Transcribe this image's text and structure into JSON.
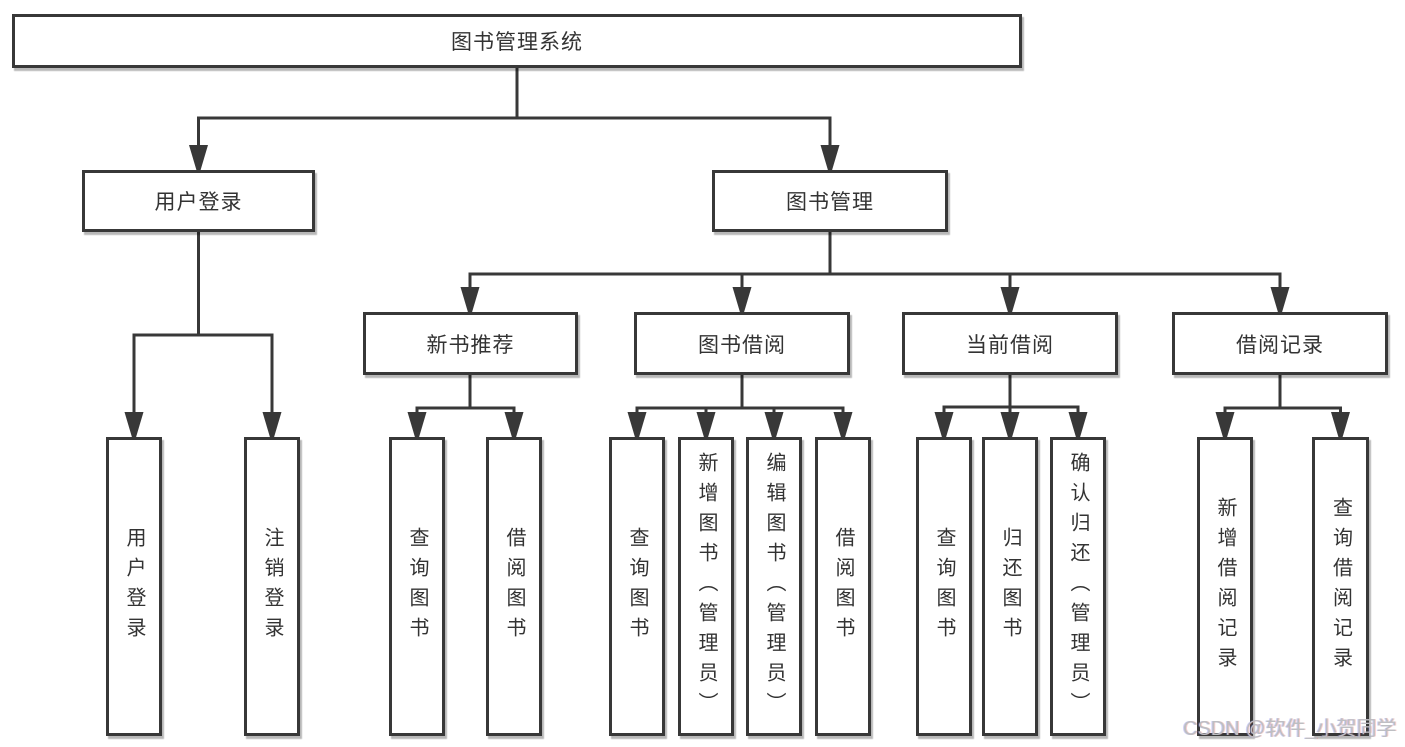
{
  "colors": {
    "line": "#383838",
    "text": "#333333",
    "background": "#ffffff",
    "watermark": "#bdbec2"
  },
  "tree": {
    "root": "图书管理系统",
    "children": [
      {
        "label": "用户登录",
        "children": [
          "用户登录",
          "注销登录"
        ]
      },
      {
        "label": "图书管理",
        "children": [
          {
            "label": "新书推荐",
            "children": [
              "查询图书",
              "借阅图书"
            ]
          },
          {
            "label": "图书借阅",
            "children": [
              "查询图书",
              "新增图书（管理员）",
              "编辑图书（管理员）",
              "借阅图书"
            ]
          },
          {
            "label": "当前借阅",
            "children": [
              "查询图书",
              "归还图书",
              "确认归还（管理员）"
            ]
          },
          {
            "label": "借阅记录",
            "children": [
              "新增借阅记录",
              "查询借阅记录"
            ]
          }
        ]
      }
    ]
  },
  "watermark": "CSDN @软件_小贺同学"
}
